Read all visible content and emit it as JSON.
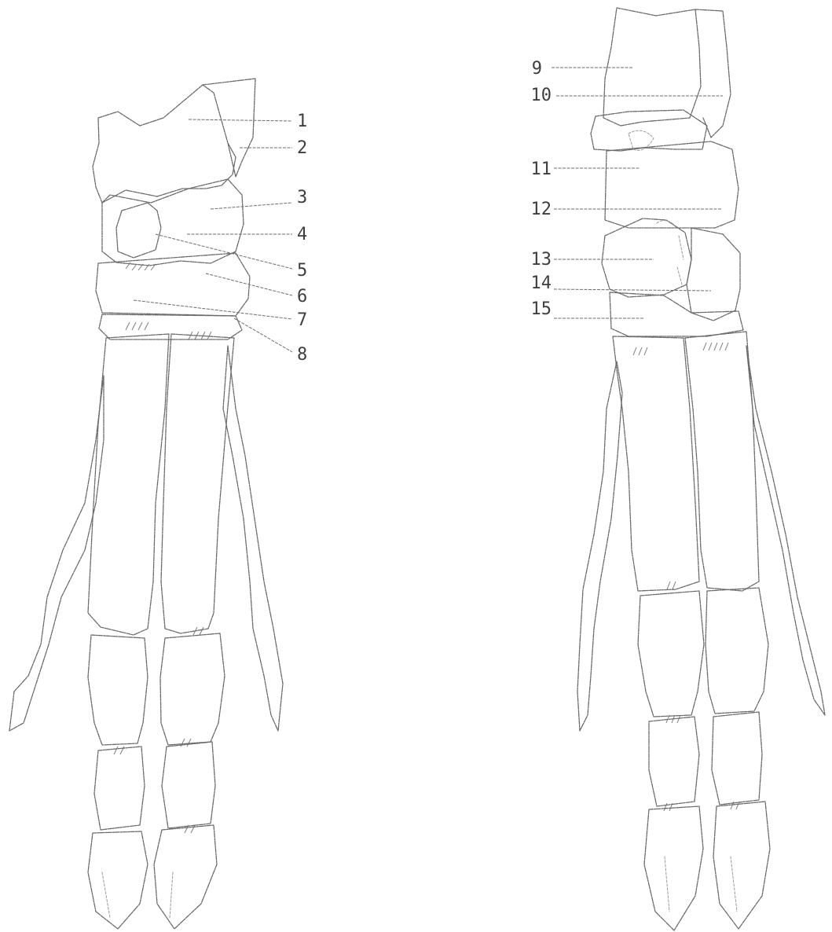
{
  "figure": {
    "left_view": {
      "labels": [
        "1",
        "2",
        "3",
        "4",
        "5",
        "6",
        "7",
        "8"
      ]
    },
    "right_view": {
      "labels": [
        "9",
        "10",
        "11",
        "12",
        "13",
        "14",
        "15"
      ]
    }
  }
}
